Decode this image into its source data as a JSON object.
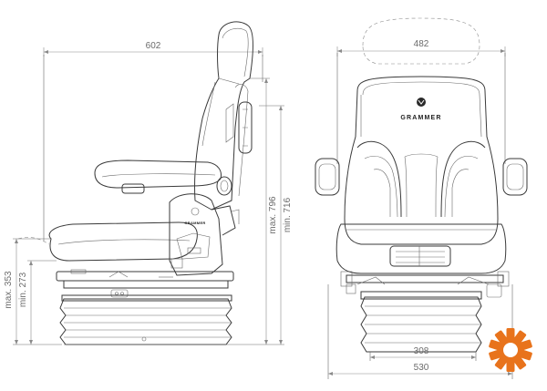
{
  "side_view": {
    "width_label": "602",
    "height_max_label": "max. 796",
    "height_min_label": "min. 716",
    "suspension_max_label": "max. 353",
    "suspension_min_label": "min. 273",
    "small_badge_text": "GRAMMER"
  },
  "front_view": {
    "width_label": "482",
    "base_inner_label": "308",
    "base_outer_label": "530",
    "brand_text": "GRAMMER"
  },
  "colors": {
    "line": "#3a3a3a",
    "dimension": "#8a8a8a",
    "gear_accent": "#e8731c"
  },
  "icons": {
    "gear": "gear-icon",
    "brand_logo": "grammer-logo-icon"
  }
}
